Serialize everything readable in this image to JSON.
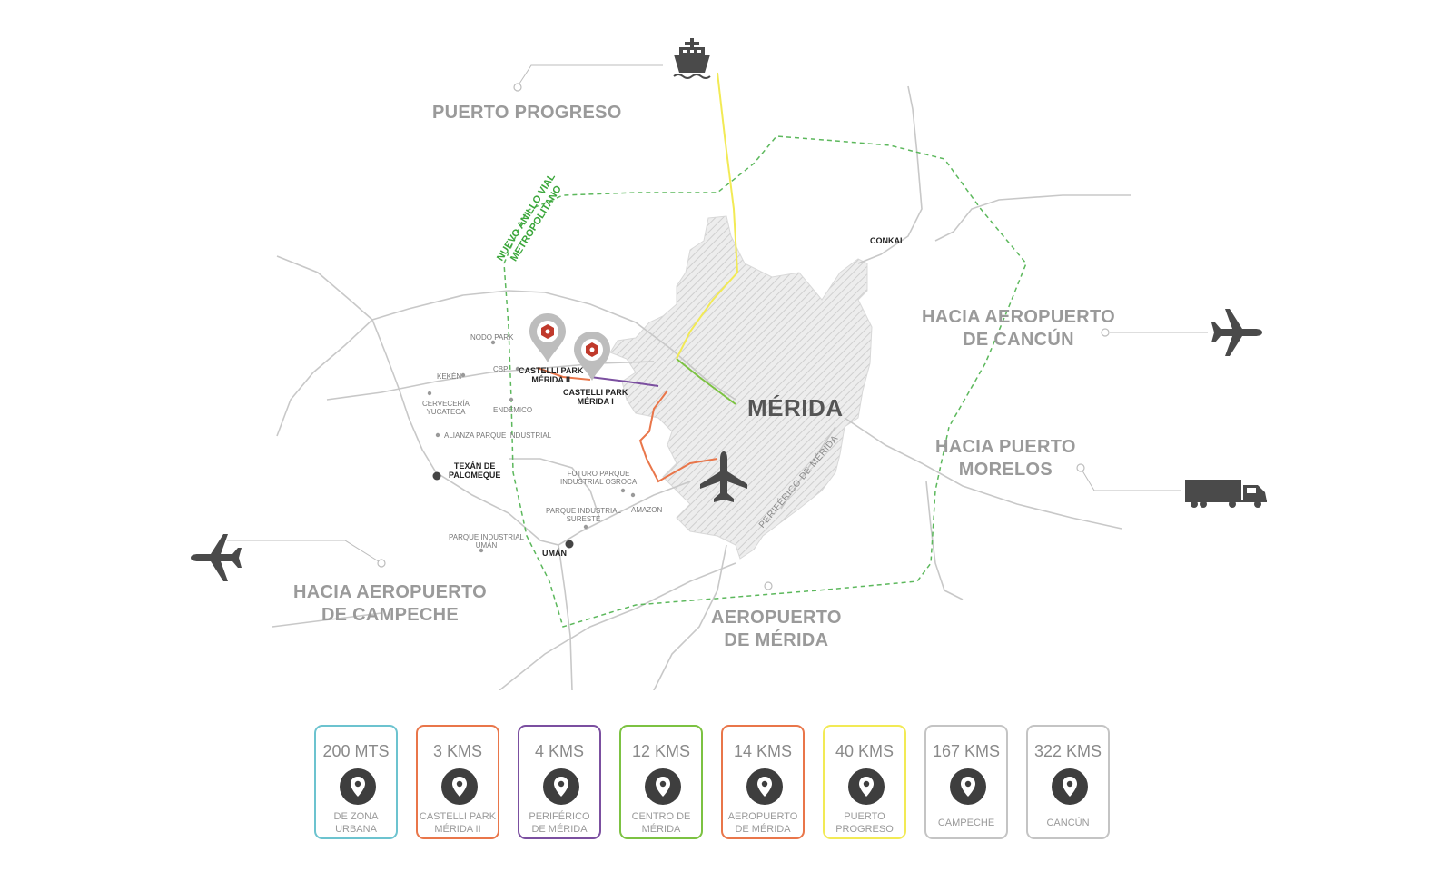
{
  "colors": {
    "road": "#c8c8c8",
    "ring": "#5cb85c",
    "ring_text": "#3aa63a",
    "urban_fill": "#e6e6e6",
    "urban_hatch": "#cfcfcf",
    "icon": "#4a4a4a",
    "pin_outer": "#bdbdbd",
    "pin_inner": "#c0392b"
  },
  "map": {
    "city": "MÉRIDA",
    "ring_road": "NUEVO ANILLO VIAL METROPOLITANO",
    "ring_line1": "NUEVO ANILLO VIAL",
    "ring_line2": "METROPOLITANO",
    "periferico": "PERIFÉRICO DE MÉRIDA",
    "destinations": {
      "progreso": "PUERTO PROGRESO",
      "cancun_1": "HACIA AEROPUERTO",
      "cancun_2": "DE CANCÚN",
      "morelos_1": "HACIA PUERTO",
      "morelos_2": "MORELOS",
      "campeche_1": "HACIA AEROPUERTO",
      "campeche_2": "DE CAMPECHE",
      "airport_1": "AEROPUERTO",
      "airport_2": "DE MÉRIDA"
    },
    "places": {
      "conkal": "CONKAL",
      "nodo_park": "NODO PARK",
      "cbp": "CBP",
      "keken": "KEKÉN",
      "cerveceria_1": "CERVECERÍA",
      "cerveceria_2": "YUCATECA",
      "endemico": "ENDÉMICO",
      "alianza": "ALIANZA PARQUE INDUSTRIAL",
      "texan_1": "TEXÁN DE",
      "texan_2": "PALOMEQUE",
      "futuro_1": "FUTURO PARQUE",
      "futuro_2": "INDUSTRIAL OSROCA",
      "sureste_1": "PARQUE INDUSTRIAL",
      "sureste_2": "SURESTE",
      "amazon": "AMAZON",
      "uman_pi_1": "PARQUE INDUSTRIAL",
      "uman_pi_2": "UMÁN",
      "uman": "UMÁN",
      "cp2_1": "CASTELLI PARK",
      "cp2_2": "MÉRIDA II",
      "cp1_1": "CASTELLI PARK",
      "cp1_2": "MÉRIDA I"
    },
    "icons": [
      "ship-icon",
      "airplane-icon",
      "truck-icon",
      "location-pin-icon"
    ]
  },
  "cards": [
    {
      "distance": "200 MTS",
      "line1": "DE ZONA",
      "line2": "URBANA",
      "color": "#6cc3cf"
    },
    {
      "distance": "3 KMS",
      "line1": "CASTELLI PARK",
      "line2": "MÉRIDA II",
      "color": "#e9764a"
    },
    {
      "distance": "4 KMS",
      "line1": "PERIFÉRICO",
      "line2": "DE MÉRIDA",
      "color": "#7b4fa0"
    },
    {
      "distance": "12 KMS",
      "line1": "CENTRO DE",
      "line2": "MÉRIDA",
      "color": "#7cc242"
    },
    {
      "distance": "14 KMS",
      "line1": "AEROPUERTO",
      "line2": "DE MÉRIDA",
      "color": "#e9764a"
    },
    {
      "distance": "40 KMS",
      "line1": "PUERTO",
      "line2": "PROGRESO",
      "color": "#f2ea55"
    },
    {
      "distance": "167 KMS",
      "line1": "CAMPECHE",
      "line2": "",
      "color": "#c4c4c4"
    },
    {
      "distance": "322 KMS",
      "line1": "CANCÚN",
      "line2": "",
      "color": "#c4c4c4"
    }
  ]
}
